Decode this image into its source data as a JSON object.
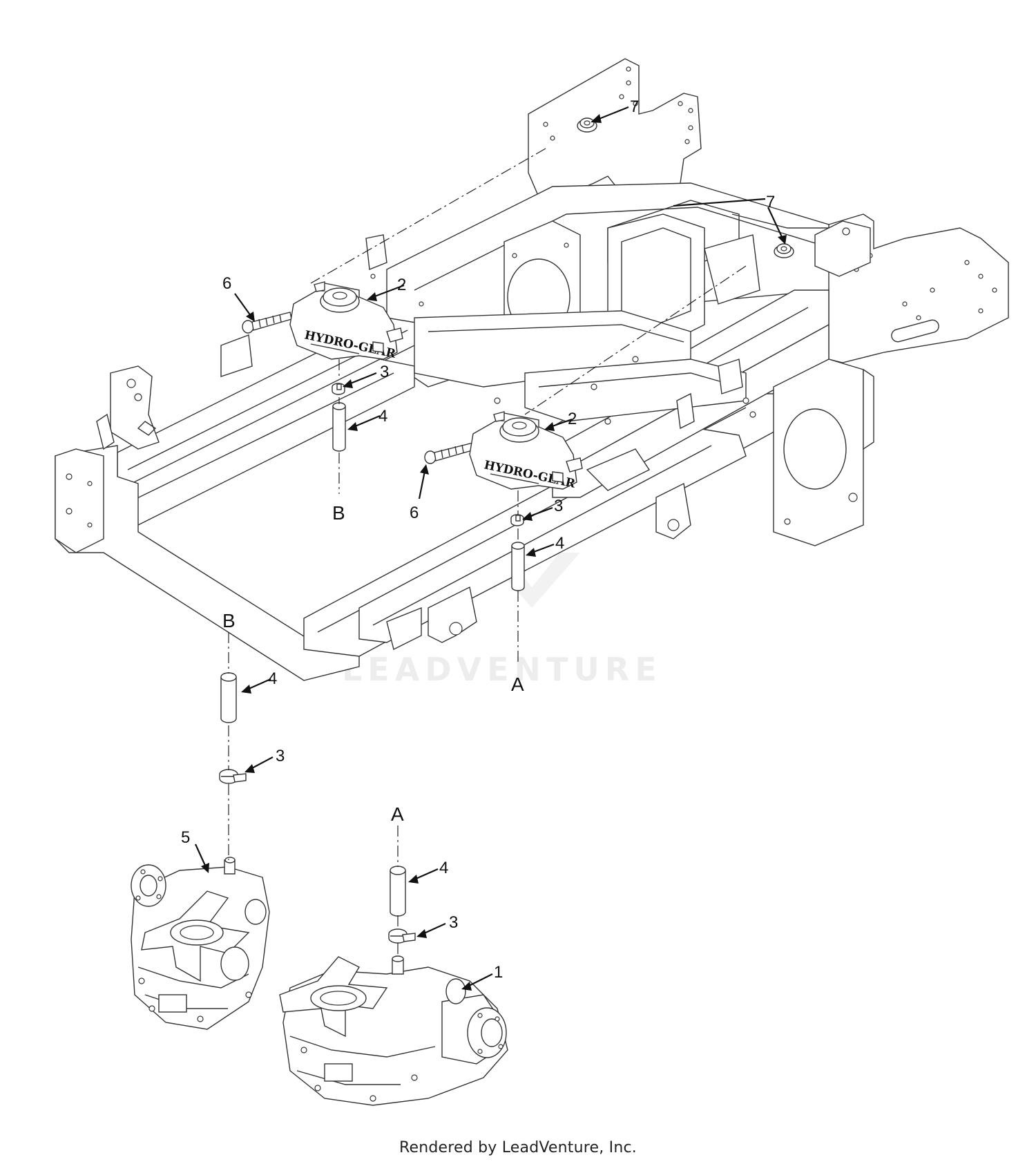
{
  "diagram": {
    "callouts": [
      {
        "id": "c7a",
        "label": "7"
      },
      {
        "id": "c7b",
        "label": "7"
      },
      {
        "id": "c6a",
        "label": "6"
      },
      {
        "id": "c2a",
        "label": "2"
      },
      {
        "id": "c3a",
        "label": "3"
      },
      {
        "id": "c4a",
        "label": "4"
      },
      {
        "id": "c2b",
        "label": "2"
      },
      {
        "id": "c6b",
        "label": "6"
      },
      {
        "id": "c3b",
        "label": "3"
      },
      {
        "id": "c4b",
        "label": "4"
      },
      {
        "id": "c4c",
        "label": "4"
      },
      {
        "id": "c3c",
        "label": "3"
      },
      {
        "id": "c5",
        "label": "5"
      },
      {
        "id": "c4d",
        "label": "4"
      },
      {
        "id": "c3d",
        "label": "3"
      },
      {
        "id": "c1",
        "label": "1"
      }
    ],
    "reference_letters": {
      "b_upper": "B",
      "b_lower": "B",
      "a_upper": "A",
      "a_lower": "A"
    },
    "reservoir_brand": "HYDRO-GEAR",
    "watermark": "LEADVENTURE"
  },
  "footer": {
    "credit": "Rendered by LeadVenture, Inc."
  }
}
